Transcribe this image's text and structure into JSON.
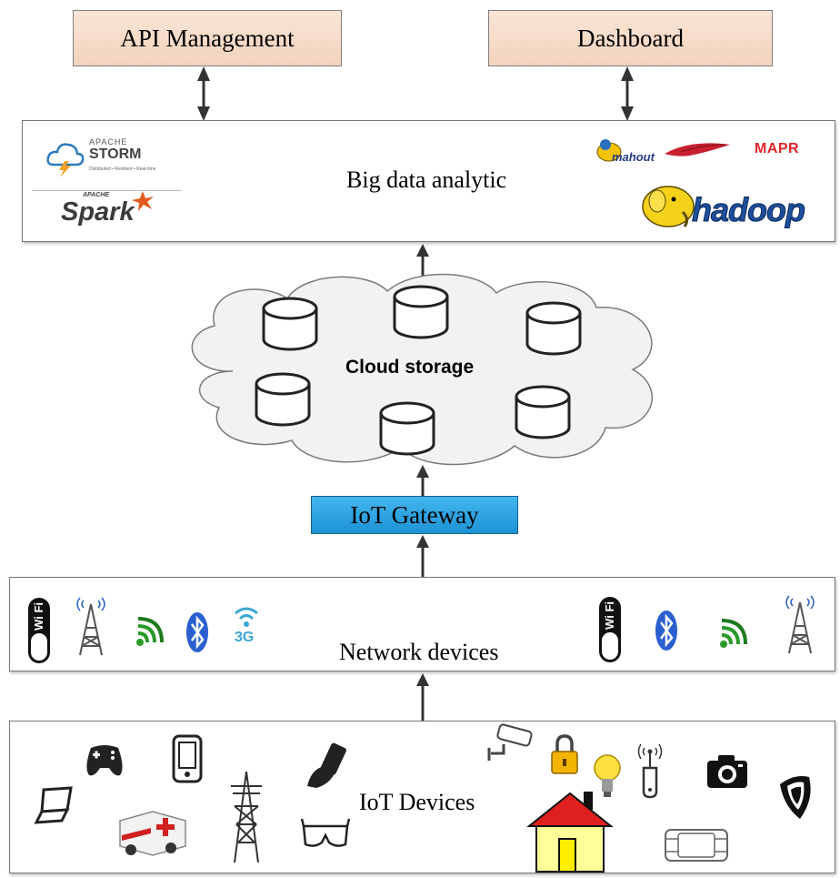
{
  "top": {
    "api_management": "API Management",
    "dashboard": "Dashboard"
  },
  "analytics": {
    "title": "Big data analytic",
    "logos": {
      "storm_apache": "APACHE",
      "storm_name": "STORM",
      "storm_tagline": "Distributed • Resilient • Real-time",
      "spark_apache": "APACHE",
      "spark_name": "Spark",
      "mahout": "mahout",
      "mapr": "MAPR",
      "hadoop": "hadoop"
    }
  },
  "cloud": {
    "title": "Cloud storage"
  },
  "gateway": {
    "label": "IoT Gateway"
  },
  "network": {
    "title": "Network devices",
    "wifi_label": "Wi Fi",
    "g3_label": "3G"
  },
  "devices": {
    "title": "IoT Devices"
  },
  "colors": {
    "top_box": "#f6dcc8",
    "gateway": "#2aa3e2",
    "home_roof": "#e02020",
    "home_wall": "#ffff99"
  }
}
